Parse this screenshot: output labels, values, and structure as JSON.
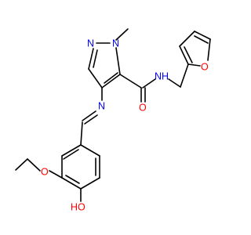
{
  "colors": {
    "carbon_bond": "#000000",
    "nitrogen": "#0000ff",
    "oxygen": "#ff0000",
    "background": "#ffffff"
  },
  "atoms": {
    "n_ring_1": "N",
    "n_ring_2": "N",
    "n_amide_h": "N",
    "h_amide": "H",
    "n_imine": "N",
    "o_carbonyl": "O",
    "o_furan": "O",
    "o_ether": "O",
    "o_hydroxyl": "O",
    "h_hydroxyl": "H"
  }
}
